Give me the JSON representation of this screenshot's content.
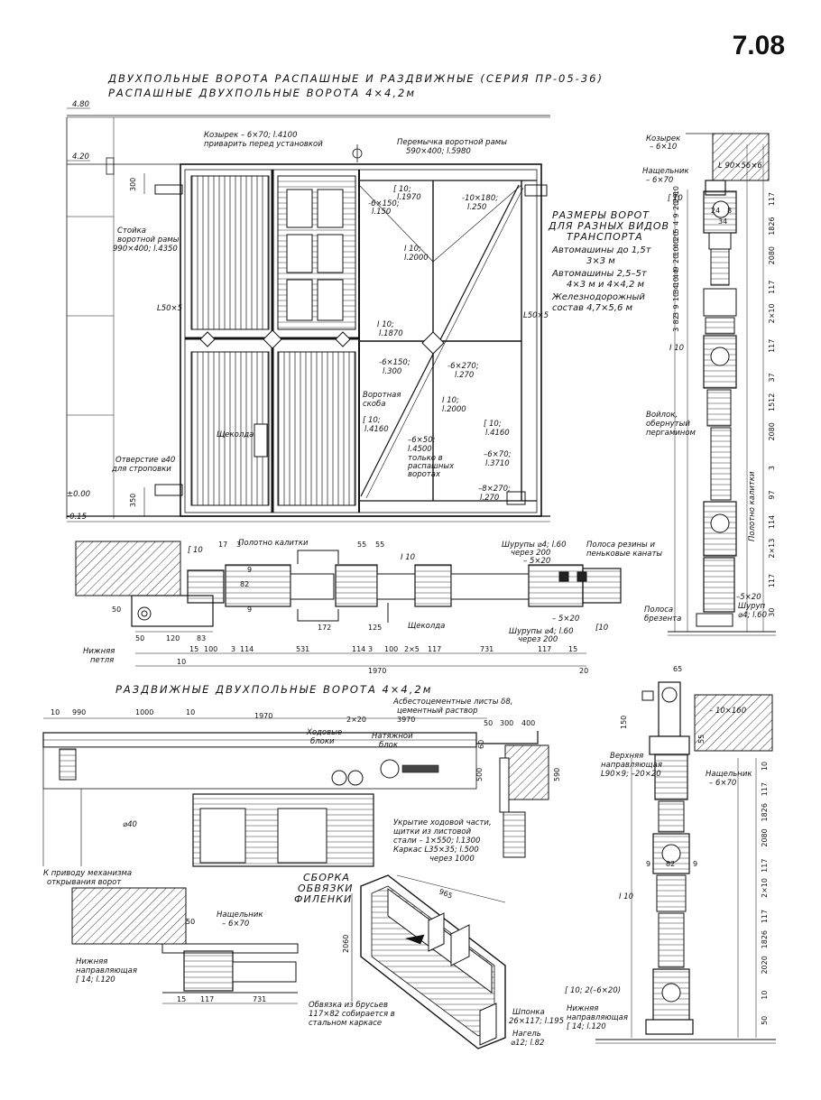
{
  "page_number": "7.08",
  "header": {
    "title_line1": "ДВУХПОЛЬНЫЕ ВОРОТА РАСПАШНЫЕ И РАЗДВИЖНЫЕ (СЕРИЯ ПР-05-36)",
    "title_line2": "РАСПАШНЫЕ ДВУХПОЛЬНЫЕ ВОРОТА 4×4,2м"
  },
  "elevation": {
    "level_480": "4.80",
    "level_420": "4.20",
    "level_000": "±0.00",
    "level_015": "-0.15",
    "dim_300": "300",
    "dim_350": "350",
    "kozyrek_1": "Козырек – 6×70; l.4100",
    "kozyrek_2": "приварить перед установкой",
    "peremychka_1": "Перемычка воротной рамы",
    "peremychka_2": "590×400; l.5980",
    "stoyka_1": "Стойка",
    "stoyka_2": "воротной рамы",
    "stoyka_3": "990×400; l.4350",
    "l50_left": "L50×5",
    "l50_right": "L50×5",
    "otverstie_1": "Отверстие ⌀40",
    "otverstie_2": "для строповки",
    "shekolda": "Щеколда",
    "c10_1970_a": "[ 10;",
    "c10_1970_b": "l.1970",
    "s6x150_150_a": "-6×150;",
    "s6x150_150_b": "l.150",
    "s10x180_a": "-10×180;",
    "s10x180_b": "l.250",
    "i10_2000_a": "I 10;",
    "i10_2000_b": "l.2000",
    "i10_1870_a": "I 10;",
    "i10_1870_b": "l.1870",
    "s6x150_300_a": "-6×150;",
    "s6x150_300_b": "l.300",
    "s6x270_a": "-6×270;",
    "s6x270_b": "l.270",
    "vorotnaya_1": "Воротная",
    "vorotnaya_2": "скоба",
    "c10_4160_a": "[ 10;",
    "c10_4160_b": "l.4160",
    "i10_2000b_a": "I 10;",
    "i10_2000b_b": "l.2000",
    "s6x50_1": "–6×50;",
    "s6x50_2": "l.4500",
    "s6x50_3": "только в",
    "s6x50_4": "распашных",
    "s6x50_5": "воротах",
    "c10_4160r_a": "[ 10;",
    "c10_4160r_b": "l.4160",
    "s6x70_a": "–6×70;",
    "s6x70_b": "l.3710",
    "s8x270_a": "–8×270;",
    "s8x270_b": "l.270"
  },
  "transport_sizes": {
    "heading_1": "РАЗМЕРЫ ВОРОТ",
    "heading_2": "ДЛЯ РАЗНЫХ ВИДОВ",
    "heading_3": "ТРАНСПОРТА",
    "row1_a": "Автомашины до 1,5т",
    "row1_b": "3×3 м",
    "row2_a": "Автомашины 2,5–5т",
    "row2_b": "4×3 м и 4×4,2 м",
    "row3_a": "Железнодорожный",
    "row3_b": "состав 4,7×5,6 м"
  },
  "right_section_top": {
    "kozyrek_1": "Козырек",
    "kozyrek_2": "– 6×10",
    "nashchelnik_1": "Нащельник",
    "nashchelnik_2": "– 6×70",
    "angle": "L 90×56×6",
    "c10": "[ 10",
    "i10": "I 10",
    "voylok_1": "Войлок,",
    "voylok_2": "обернутый",
    "voylok_3": "пергамином",
    "polotno": "Полотно калитки",
    "polosa_1": "Полоса",
    "polosa_2": "брезента",
    "shurup_1": "Шуруп",
    "shurup_2": "⌀4; l.60",
    "s5x20": "–5×20",
    "dims_left": [
      "10",
      "29",
      "20",
      "9",
      "4",
      "5",
      "20",
      "40",
      "10",
      "20",
      "9",
      "44",
      "10",
      "34",
      "10",
      "9",
      "3",
      "82",
      "3"
    ],
    "dims_right": [
      "117",
      "1826",
      "2080",
      "117",
      "2×10",
      "117",
      "37",
      "1512",
      "2080",
      "3",
      "97",
      "114",
      "2×13",
      "117",
      "30"
    ],
    "d_24": "24",
    "d_34": "34",
    "d_8": "8"
  },
  "plan_top": {
    "polotno_kalitki": "Полотно калитки",
    "c10_left": "[ 10",
    "i10": "I 10",
    "shurupy_1": "Шурупы ⌀4; l.60",
    "shurupy_2": "через 200",
    "s5x20_a": "– 5×20",
    "polosa_reziny_1": "Полоса резины и",
    "polosa_reziny_2": "пеньковые канаты",
    "s5x20_b": "– 5×20",
    "shurupy_b1": "Шурупы ⌀4; l.60",
    "shurupy_b2": "через 200",
    "c10_right": "[10",
    "shekolda": "Щеколда",
    "nizhnyaya_1": "Нижняя",
    "nizhnyaya_2": "петля",
    "d17": "17",
    "d3": "3",
    "d55a": "55",
    "d55b": "55",
    "d82": "82",
    "d9a": "9",
    "d9b": "9",
    "d172": "172",
    "d125": "125",
    "d50": "50",
    "d120": "120",
    "d83": "83",
    "d15": "15",
    "d100": "100",
    "d3b": "3",
    "d114": "114",
    "d531": "531",
    "d114b": "114",
    "d3c": "3",
    "d100b": "100",
    "d2x5": "2×5",
    "d117": "117",
    "d731": "731",
    "d117b": "117",
    "d15b": "15",
    "d10": "10",
    "d1970": "1970",
    "d20": "20",
    "d50v": "50"
  },
  "sliding": {
    "title": "РАЗДВИЖНЫЕ ДВУХПОЛЬНЫЕ ВОРОТА 4×4,2м",
    "d10": "10",
    "d990": "990",
    "d1000": "1000",
    "d10b": "10",
    "d1970": "1970",
    "d2x20": "2×20",
    "d3970": "3970",
    "asbest_1": "Асбестоцементные листы δ8,",
    "asbest_2": "цементный раствор",
    "d50": "50",
    "d300": "300",
    "d400": "400",
    "d60": "60",
    "d500": "500",
    "d590": "590",
    "khodovye_1": "Ходовые",
    "khodovye_2": "блоки",
    "natyazhnoy_1": "Натяжной",
    "natyazhnoy_2": "блок",
    "d40": "⌀40",
    "privod_1": "К приводу механизма",
    "privod_2": "открывания ворот",
    "ukrytie_1": "Укрытие ходовой части,",
    "ukrytie_2": "щитки из листовой",
    "ukrytie_3": "стали – 1×550; l.1300",
    "ukrytie_4": "Каркас L35×35; l.500",
    "ukrytie_5": "через 1000"
  },
  "assembly": {
    "title_1": "СБОРКА",
    "title_2": "ОБВЯЗКИ",
    "title_3": "ФИЛЕНКИ",
    "d965": "965",
    "d2060": "2060",
    "obvyazka_1": "Обвязка из брусьев",
    "obvyazka_2": "117×82 собирается в",
    "obvyazka_3": "стальном каркасе",
    "shponka_1": "Шпонка",
    "shponka_2": "26×117; l.195",
    "nagel_1": "Нагель",
    "nagel_2": "⌀12; l.82"
  },
  "plan_bottom": {
    "d50": "50",
    "nashchelnik_1": "Нащельник",
    "nashchelnik_2": "– 6×70",
    "nizhnyaya_1": "Нижняя",
    "nizhnyaya_2": "направляющая",
    "nizhnyaya_3": "[ 14; l.120",
    "d15": "15",
    "d117": "117",
    "d731": "731"
  },
  "right_section_bottom": {
    "d65": "65",
    "d10x160": "– 10×160",
    "d150": "150",
    "d55": "55",
    "verkhnyaya_1": "Верхняя",
    "verkhnyaya_2": "направляющая",
    "verkhnyaya_3": "L90×9; –20×20",
    "nashchelnik_1": "Нащельник",
    "nashchelnik_2": "– 6×70",
    "i10": "I 10",
    "c10": "[ 10; 2(–6×20)",
    "nizhnyaya_1": "Нижняя",
    "nizhnyaya_2": "направляющая",
    "nizhnyaya_3": "[ 14; l.120",
    "d9a": "9",
    "d82": "82",
    "d9b": "9",
    "dims_right": [
      "10",
      "117",
      "1826",
      "2080",
      "117",
      "2×10",
      "117",
      "1826",
      "2020",
      "10",
      "50"
    ]
  }
}
